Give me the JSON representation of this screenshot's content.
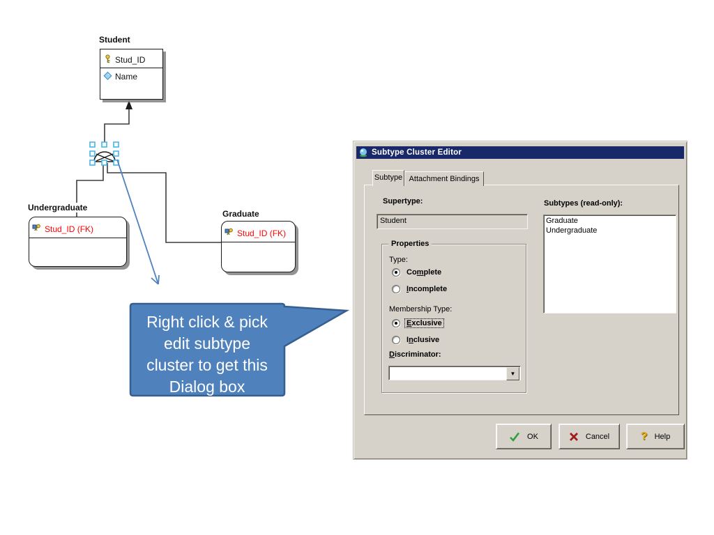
{
  "diagram": {
    "entities": {
      "student": {
        "title": "Student",
        "attr1": "Stud_ID",
        "attr2": "Name"
      },
      "undergraduate": {
        "title": "Undergraduate",
        "attr1": "Stud_ID (FK)"
      },
      "graduate": {
        "title": "Graduate",
        "attr1": "Stud_ID (FK)"
      }
    },
    "colors": {
      "fk_text": "#ff0000",
      "selection_handles": "#45b5e8",
      "connector": "#3c3c3c"
    }
  },
  "callout": {
    "lines": [
      "Right click & pick",
      "edit subtype",
      "cluster to get this",
      "Dialog box"
    ],
    "fill": "#4f81bd",
    "border": "#365f91",
    "text_color": "#ffffff"
  },
  "dialog": {
    "title": "Subtype Cluster Editor",
    "title_bar_color": "#182869",
    "tabs": {
      "subtype": "Subtype",
      "bindings": "Attachment Bindings"
    },
    "supertype": {
      "label": "Supertype:",
      "value": "Student"
    },
    "subtypes": {
      "label": "Subtypes (read-only):",
      "items": [
        "Graduate",
        "Undergraduate"
      ]
    },
    "properties": {
      "caption": "Properties",
      "type_label": "Type:",
      "type_options": {
        "complete": {
          "pre": "Co",
          "u": "m",
          "post": "plete",
          "selected": true
        },
        "incomplete": {
          "pre": "",
          "u": "I",
          "post": "ncomplete",
          "selected": false
        }
      },
      "membership_label": "Membership Type:",
      "membership_options": {
        "exclusive": {
          "pre": "",
          "u": "E",
          "post": "xclusive",
          "selected": true,
          "focused": true
        },
        "inclusive": {
          "pre": "I",
          "u": "n",
          "post": "clusive",
          "selected": false
        }
      },
      "discriminator": {
        "pre": "",
        "u": "D",
        "post": "iscriminator:",
        "value": ""
      }
    },
    "buttons": {
      "ok": {
        "label": "OK",
        "icon": "check-icon"
      },
      "cancel": {
        "label": "Cancel",
        "icon": "x-icon"
      },
      "help": {
        "label": "Help",
        "icon": "question-icon"
      }
    }
  }
}
